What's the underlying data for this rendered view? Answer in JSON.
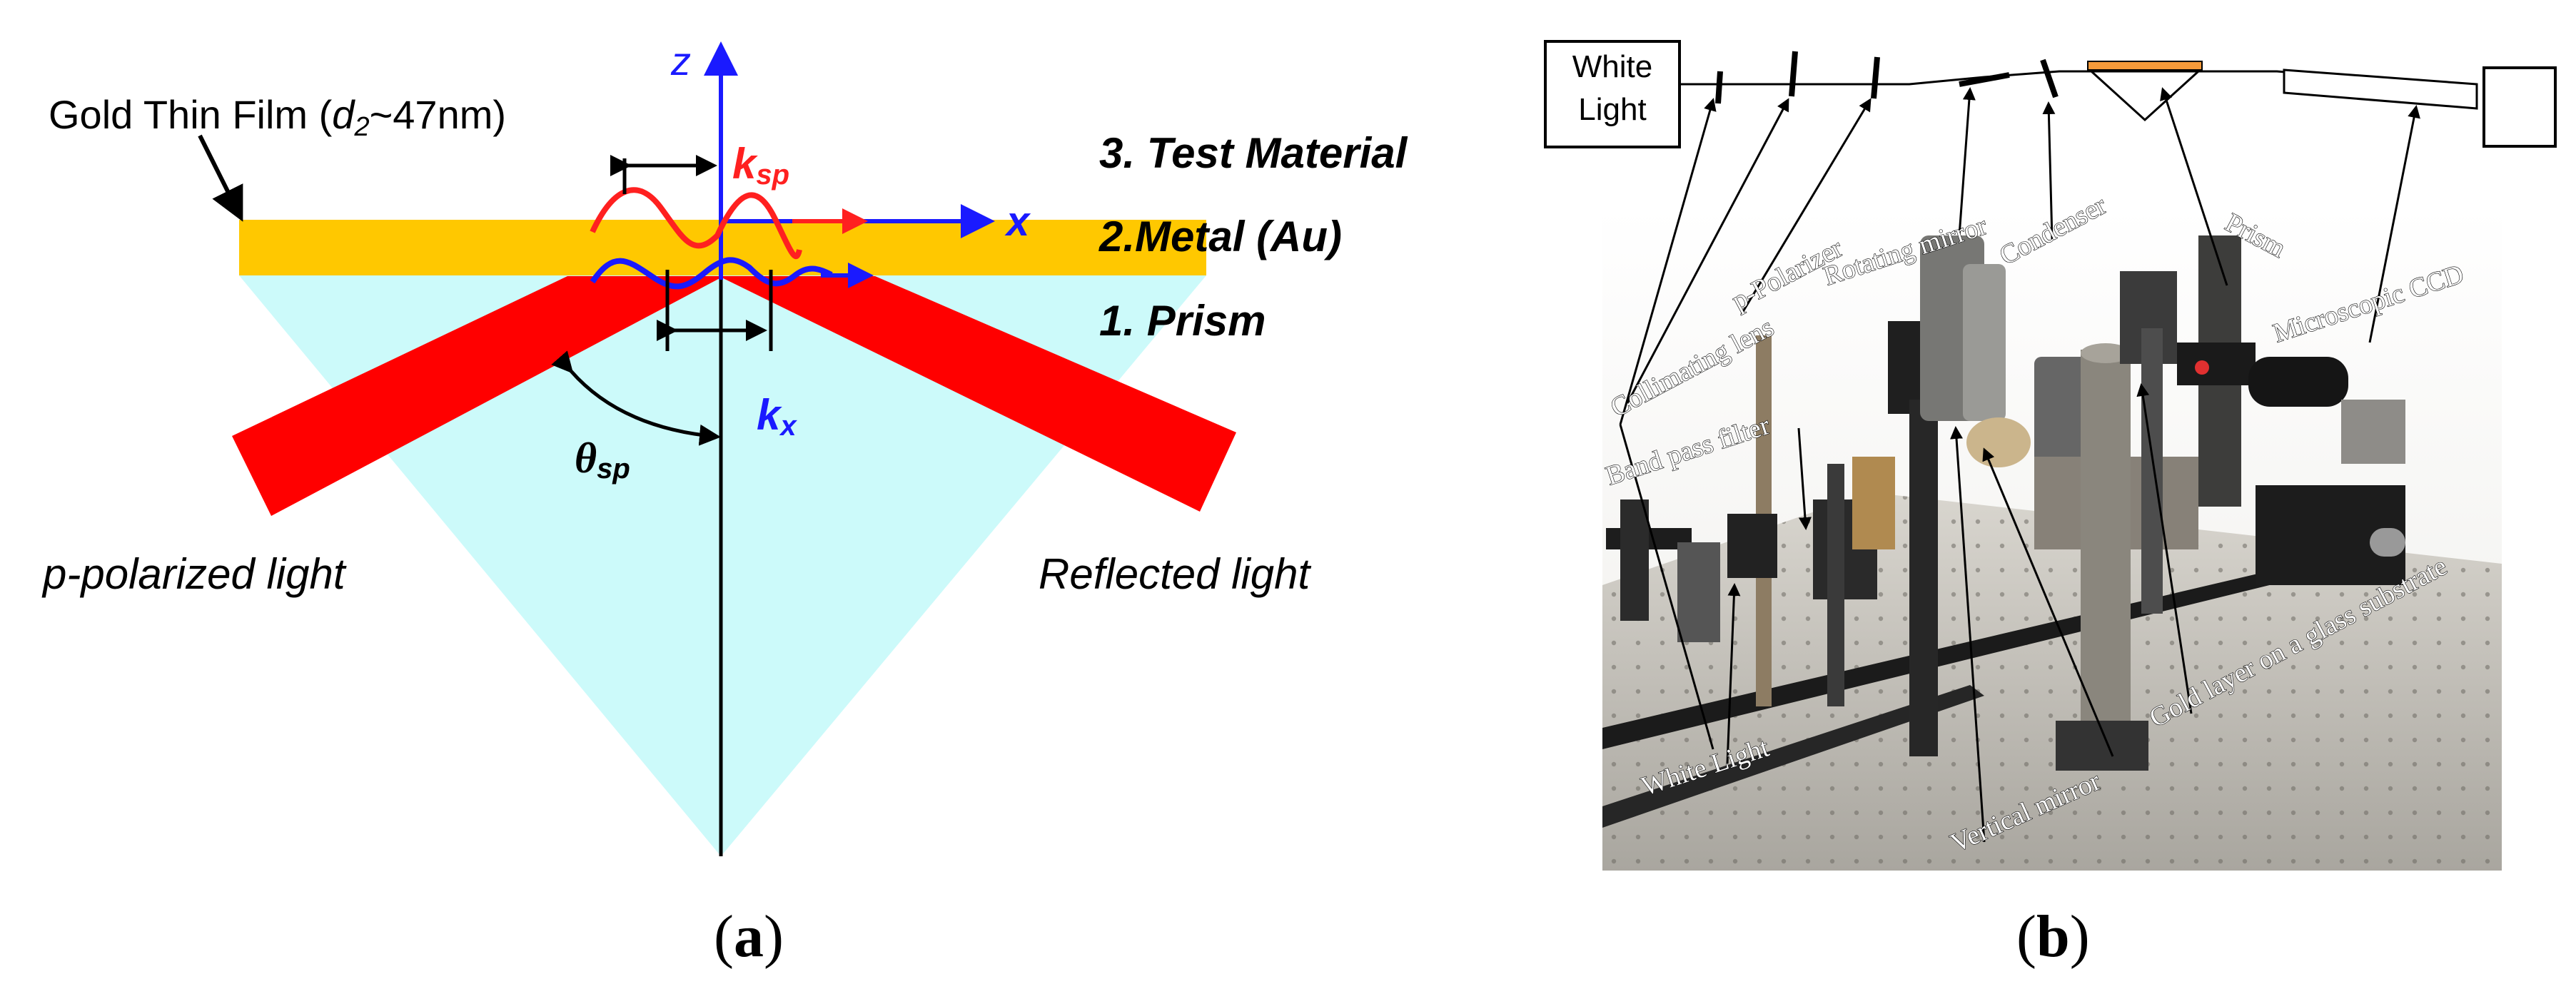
{
  "panel_a": {
    "axis_z": "z",
    "axis_x": "x",
    "gold_film_label": "Gold Thin Film (",
    "gold_film_d": "d",
    "gold_film_sub": "2",
    "gold_film_tail": "~47nm)",
    "k_sp": "k",
    "k_sp_sub": "sp",
    "k_x": "k",
    "k_x_sub": "x",
    "theta": "θ",
    "theta_sub": "sp",
    "layer3": "3. Test Material",
    "layer2": "2.Metal (Au)",
    "layer1": "1. Prism",
    "incident": "p-polarized light",
    "reflected": "Reflected light",
    "caption": "a"
  },
  "panel_b": {
    "white_light_box_1": "White",
    "white_light_box_2": "Light",
    "labels": {
      "collimating_lens": "Collimating lens",
      "p_polarizer": "p-Polarizer",
      "rotating_mirror": "Rotating mirror",
      "condenser": "Condenser",
      "prism": "Prism",
      "microscopic_ccd": "Microscopic CCD",
      "band_pass_filter": "Band pass filter",
      "white_light": "White Light",
      "vertical_mirror": "Vertical mirror",
      "gold_layer": "Gold layer on a glass substrate"
    },
    "caption": "b"
  },
  "colors": {
    "gold": "#ffc800",
    "prism": "#ccfafa",
    "beam": "#ff0000",
    "axis_blue": "#1a1aff",
    "wave_red": "#ff2020",
    "wave_blue": "#1a1aff"
  }
}
